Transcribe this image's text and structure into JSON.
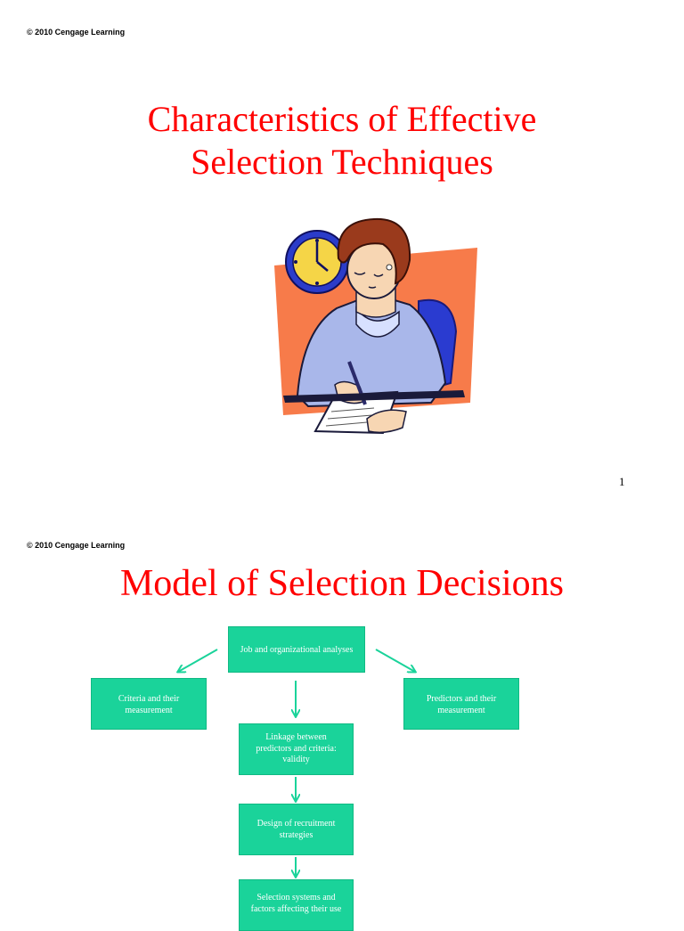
{
  "slide1": {
    "copyright": "© 2010 Cengage Learning",
    "title_line1": "Characteristics of Effective",
    "title_line2": "Selection Techniques",
    "page_number": "1"
  },
  "slide2": {
    "copyright": "© 2010 Cengage Learning",
    "title": "Model of Selection Decisions",
    "boxes": {
      "job": "Job and organizational analyses",
      "criteria": "Criteria and their measurement",
      "predictors": "Predictors and their measurement",
      "linkage": "Linkage between predictors and criteria: validity",
      "design": "Design of recruitment strategies",
      "selection": "Selection systems and factors affecting their use"
    }
  },
  "colors": {
    "title": "#ff0000",
    "box_fill": "#1ad39a",
    "arrow": "#1ad39a"
  }
}
